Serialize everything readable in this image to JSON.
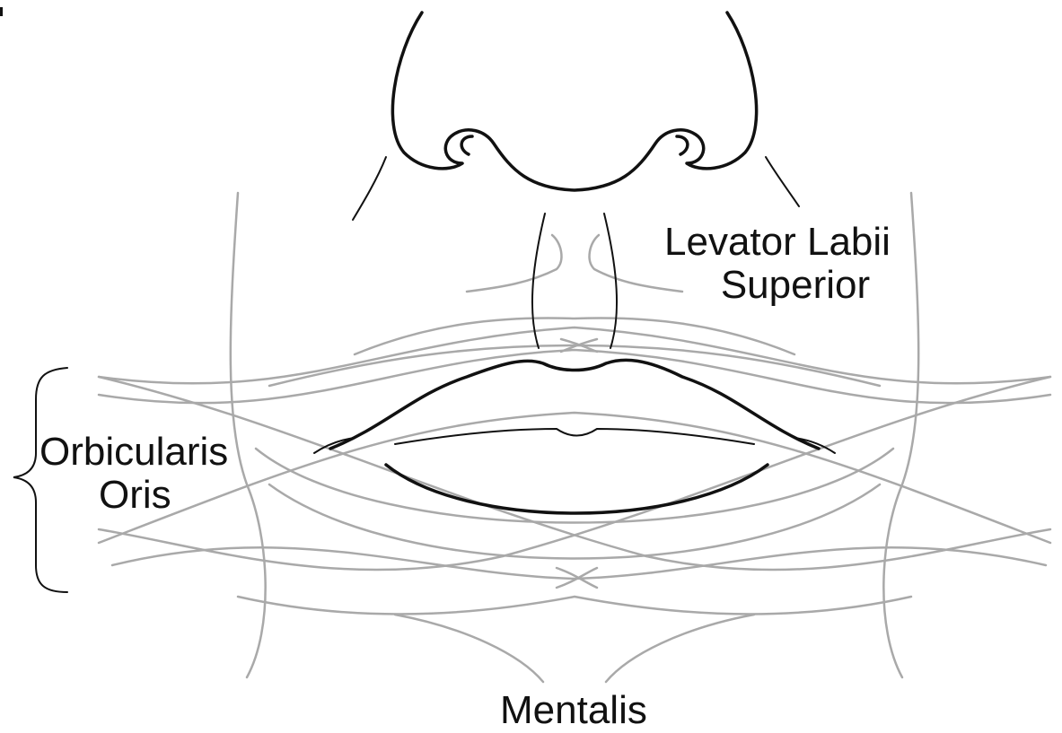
{
  "labels": {
    "levator": {
      "line1": "Levator Labii",
      "line2": "Superior"
    },
    "orbicularis": {
      "line1": "Orbicularis",
      "line2": "Oris"
    },
    "mentalis": "Mentalis"
  },
  "colors": {
    "muscle_lines": "#a9a9a9",
    "outline": "#111111",
    "background": "#ffffff"
  }
}
